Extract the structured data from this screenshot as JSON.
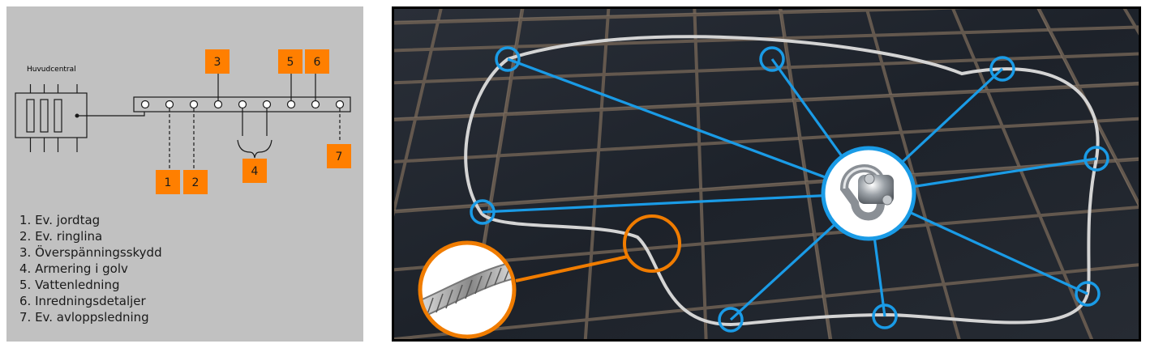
{
  "left_diagram": {
    "central_label": "Huvudcentral",
    "markers": [
      {
        "num": "1"
      },
      {
        "num": "2"
      },
      {
        "num": "3"
      },
      {
        "num": "4"
      },
      {
        "num": "5"
      },
      {
        "num": "6"
      },
      {
        "num": "7"
      }
    ],
    "legend": [
      "1. Ev. jordtag",
      "2. Ev. ringlina",
      "3. Överspänningsskydd",
      "4. Armering i golv",
      "5. Vattenledning",
      "6. Inredningsdetaljer",
      "7. Ev. avloppsledning"
    ]
  },
  "right_photo": {
    "subject": "reinforcement-mesh-with-wire-loop",
    "icons": [
      "wire-rope-clip-icon",
      "steel-wire-rope-icon"
    ]
  },
  "colors": {
    "panel_bg": "#c1c1c1",
    "marker_orange": "#ff7f00",
    "link_blue": "#1a9be6",
    "accent_orange": "#f07c00",
    "wire_gray": "#d4d4d4"
  }
}
